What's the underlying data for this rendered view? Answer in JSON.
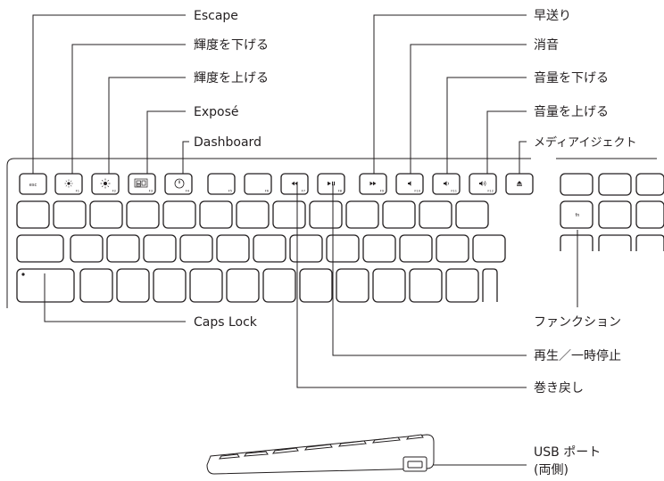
{
  "callouts": {
    "escape": "Escape",
    "brightness_down": "輝度を下げる",
    "brightness_up": "輝度を上げる",
    "expose": "Exposé",
    "dashboard": "Dashboard",
    "fast_forward": "早送り",
    "mute": "消音",
    "volume_down": "音量を下げる",
    "volume_up": "音量を上げる",
    "media_eject": "メディアイジェクト",
    "caps_lock": "Caps Lock",
    "function": "ファンクション",
    "play_pause": "再生／一時停止",
    "rewind": "巻き戻し",
    "usb_port_line1": "USB ポート",
    "usb_port_line2": "(両側)"
  },
  "keys": {
    "esc": "esc",
    "fn": "fn",
    "f_numbers": [
      "F1",
      "F2",
      "F3",
      "F4",
      "F5",
      "F6",
      "F7",
      "F8",
      "F9",
      "F10",
      "F11",
      "F12"
    ]
  },
  "icons": [
    "brightness-down-icon",
    "brightness-up-icon",
    "expose-icon",
    "dashboard-icon",
    "rewind-icon",
    "play-pause-icon",
    "fast-forward-icon",
    "mute-icon",
    "volume-down-icon",
    "volume-up-icon",
    "eject-icon"
  ]
}
